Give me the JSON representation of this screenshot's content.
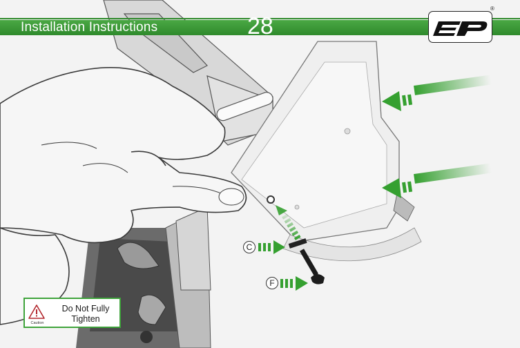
{
  "header": {
    "title": "Installation Instructions",
    "page_number": "28",
    "registered_mark": "®"
  },
  "callouts": {
    "c_label": "C",
    "f_label": "F"
  },
  "caution": {
    "small_label": "Caution",
    "message_line1": "Do Not Fully",
    "message_line2": "Tighten"
  },
  "colors": {
    "brand_green": "#3ea33a",
    "header_text": "#ffffff"
  },
  "icons": [
    "ep-logo-icon",
    "caution-triangle-icon",
    "direction-arrow-icon",
    "bolt-icon",
    "washer-icon"
  ]
}
